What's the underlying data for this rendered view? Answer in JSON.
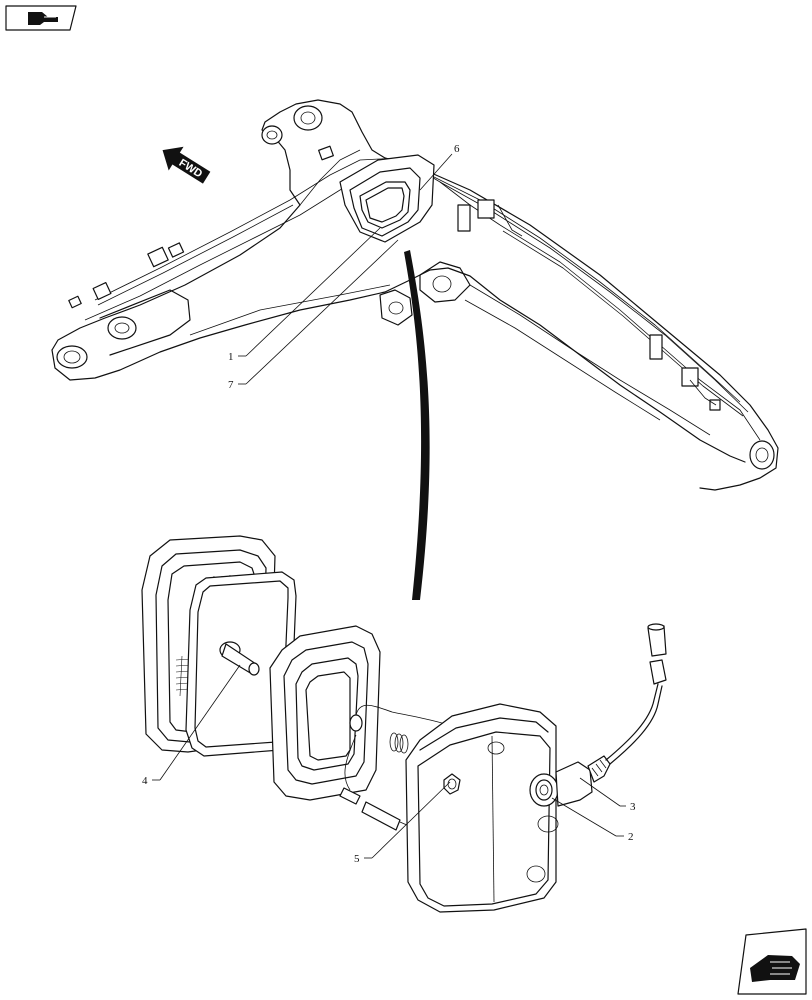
{
  "direction_label": "FWD",
  "callouts": [
    "1",
    "2",
    "3",
    "4",
    "5",
    "6",
    "7"
  ],
  "icons": {
    "top_left": "previous-page-hand-icon",
    "bottom_right": "next-page-hand-icon"
  }
}
